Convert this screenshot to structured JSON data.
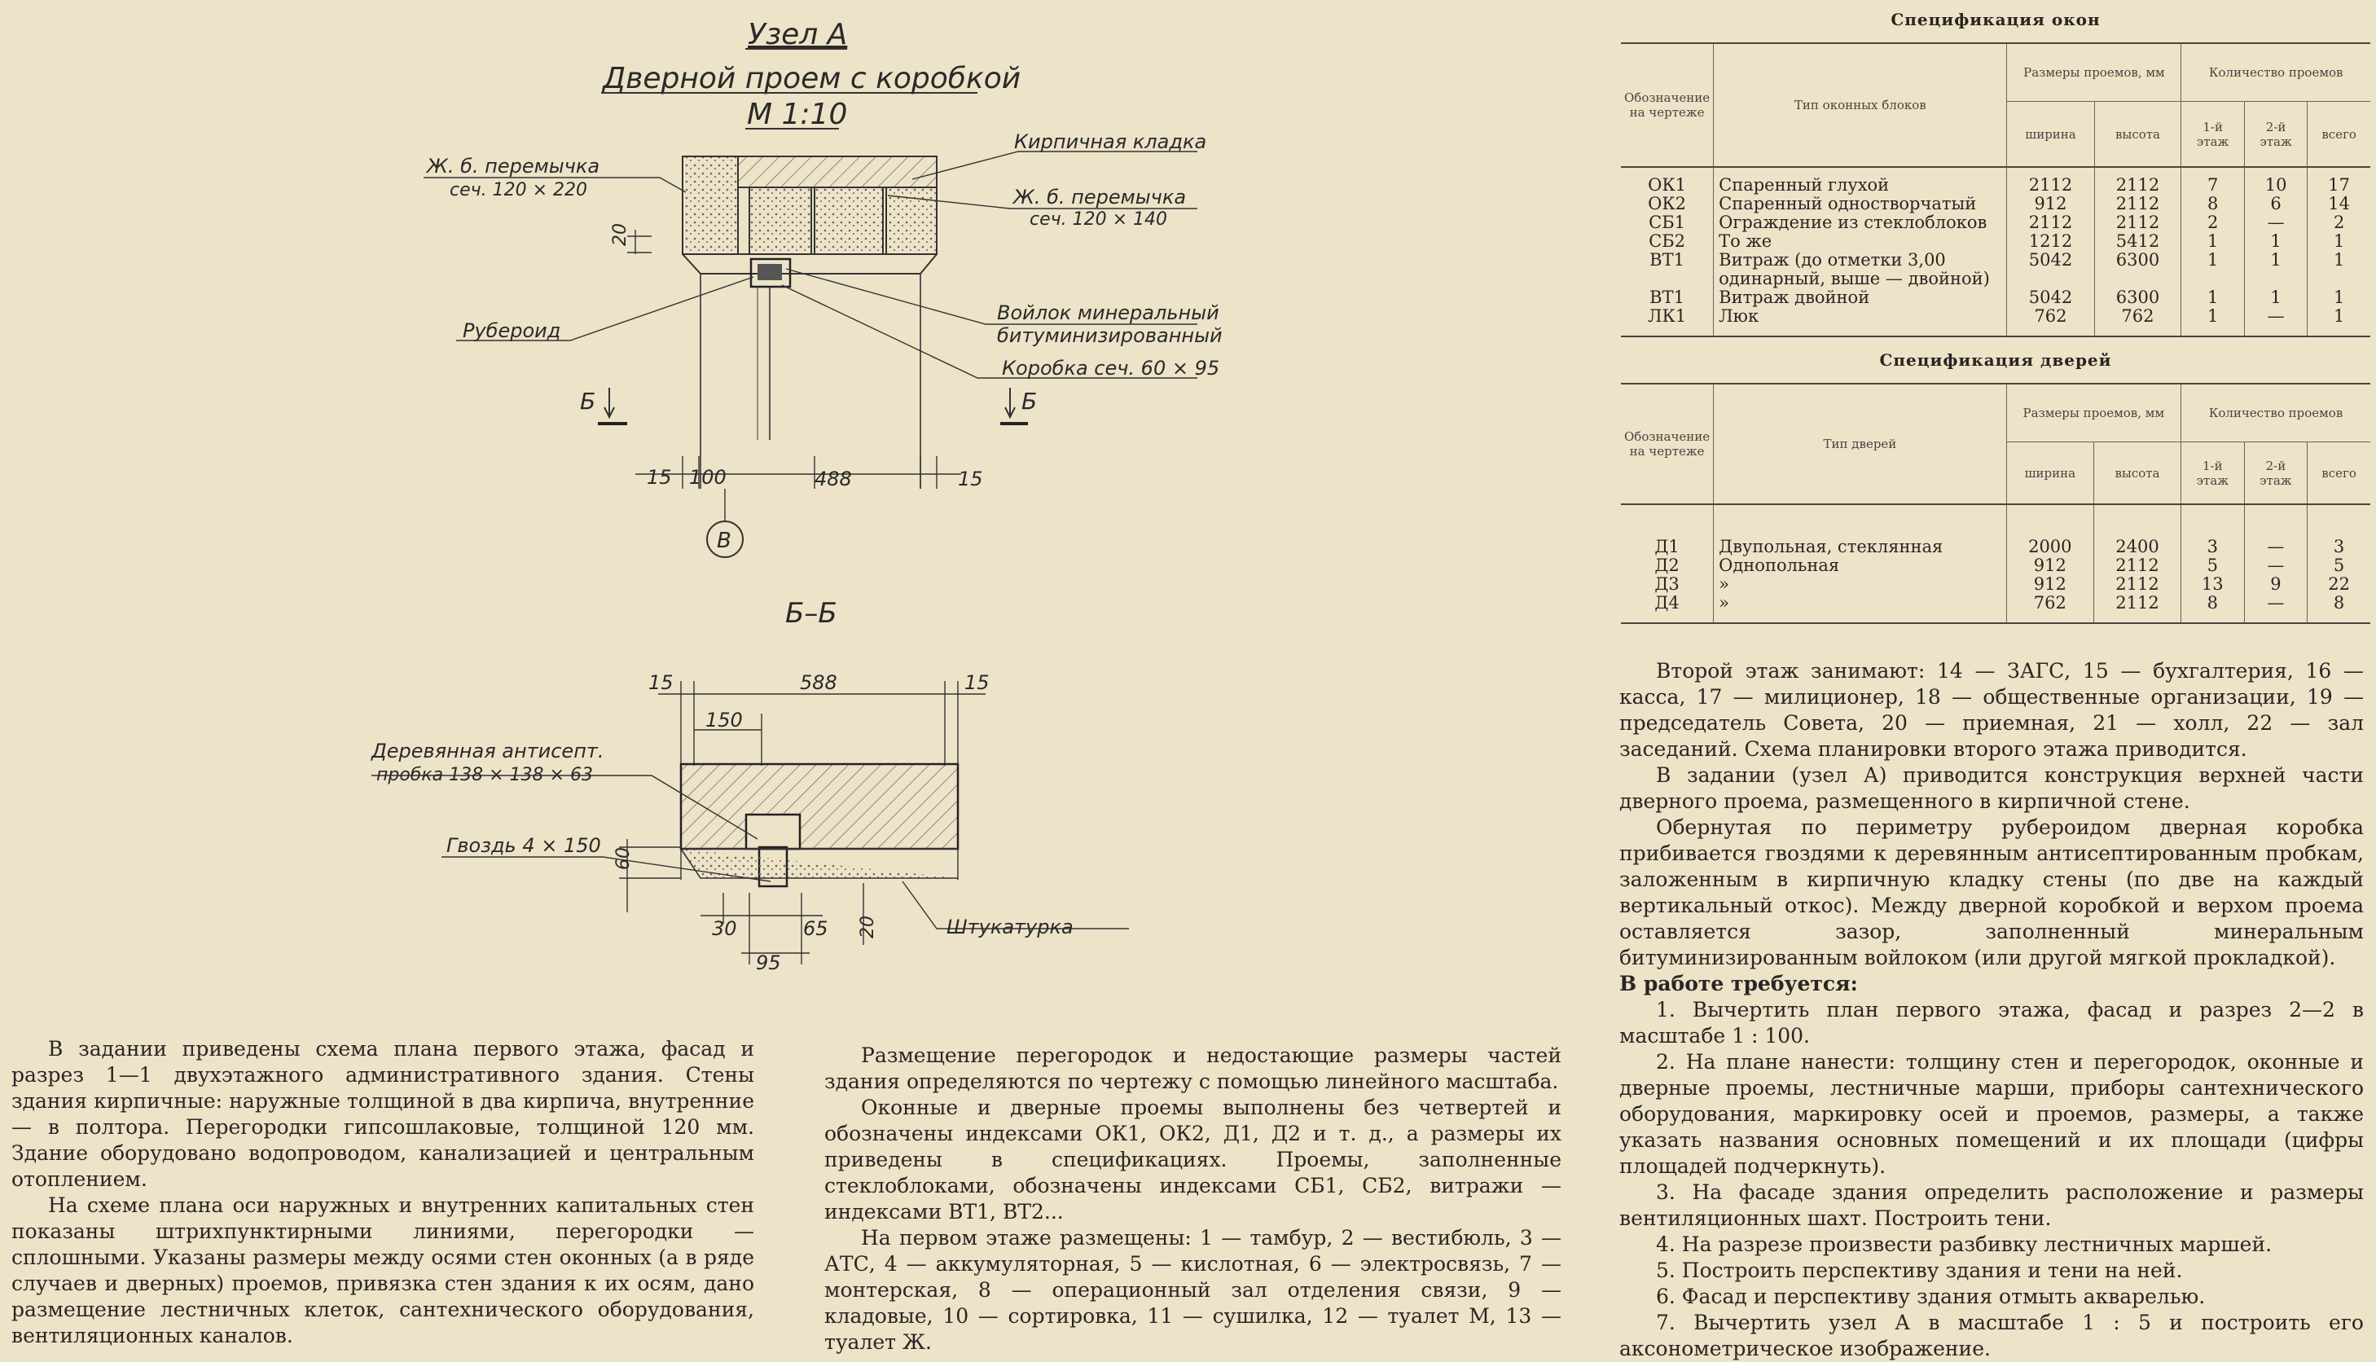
{
  "drawing": {
    "title_node": "Узел А",
    "title_door": "Дверной проем с коробкой",
    "title_scale": "М 1:10",
    "labels": {
      "lintel_1": "Ж. б. перемычка",
      "lintel_1_sec": "сеч. 120 × 220",
      "brick": "Кирпичная кладка",
      "lintel_2": "Ж. б. перемычка",
      "lintel_2_sec": "сеч. 120 × 140",
      "ruberoid": "Рубероид",
      "felt_1": "Войлок минеральный",
      "felt_2": "битуминизированный",
      "frame": "Коробка сеч. 60 × 95",
      "cut_b": "Б",
      "axis_b": "В",
      "section_title": "Б–Б",
      "plug_1": "Деревянная антисепт.",
      "plug_2": "пробка 138 × 138 × 63",
      "nail": "Гвоздь 4 × 150",
      "plaster": "Штукатурка"
    },
    "dims": {
      "d20": "20",
      "d15a": "15",
      "d100": "100",
      "d488": "488",
      "d15b": "15",
      "s15a": "15",
      "s588": "588",
      "s15b": "15",
      "s150": "150",
      "s60": "60",
      "s30": "30",
      "s65": "65",
      "s20": "20",
      "s95": "95"
    }
  },
  "windows": {
    "caption": "Спецификация окон",
    "headers": {
      "code": "Обозначение на чертеже",
      "type": "Тип оконных блоков",
      "size": "Размеры проемов, мм",
      "qty": "Количество проемов",
      "width": "ширина",
      "height": "высота",
      "f1": "1-й этаж",
      "f2": "2-й этаж",
      "total": "всего"
    },
    "rows": [
      {
        "code": "ОК1",
        "type": "Спаренный глухой",
        "w": "2112",
        "h": "2112",
        "f1": "7",
        "f2": "10",
        "t": "17"
      },
      {
        "code": "ОК2",
        "type": "Спаренный одностворчатый",
        "w": "912",
        "h": "2112",
        "f1": "8",
        "f2": "6",
        "t": "14"
      },
      {
        "code": "СБ1",
        "type": "Ограждение из стеклоблоков",
        "w": "2112",
        "h": "2112",
        "f1": "2",
        "f2": "—",
        "t": "2"
      },
      {
        "code": "СБ2",
        "type": "То же",
        "w": "1212",
        "h": "5412",
        "f1": "1",
        "f2": "1",
        "t": "1"
      },
      {
        "code": "ВТ1",
        "type": "Витраж (до отметки 3,00 одинарный, выше — двойной)",
        "w": "5042",
        "h": "6300",
        "f1": "1",
        "f2": "1",
        "t": "1"
      },
      {
        "code": "ВТ1",
        "type": "Витраж двойной",
        "w": "5042",
        "h": "6300",
        "f1": "1",
        "f2": "1",
        "t": "1"
      },
      {
        "code": "ЛК1",
        "type": "Люк",
        "w": "762",
        "h": "762",
        "f1": "1",
        "f2": "—",
        "t": "1"
      }
    ]
  },
  "doors": {
    "caption": "Спецификация дверей",
    "headers": {
      "code": "Обозначение на чертеже",
      "type": "Тип дверей",
      "size": "Размеры проемов, мм",
      "qty": "Количество проемов",
      "width": "ширина",
      "height": "высота",
      "f1": "1-й этаж",
      "f2": "2-й этаж",
      "total": "всего"
    },
    "rows": [
      {
        "code": "Д1",
        "type": "Двупольная, стеклянная",
        "w": "2000",
        "h": "2400",
        "f1": "3",
        "f2": "—",
        "t": "3"
      },
      {
        "code": "Д2",
        "type": "Однопольная",
        "w": "912",
        "h": "2112",
        "f1": "5",
        "f2": "—",
        "t": "5"
      },
      {
        "code": "Д3",
        "type": "»",
        "w": "912",
        "h": "2112",
        "f1": "13",
        "f2": "9",
        "t": "22"
      },
      {
        "code": "Д4",
        "type": "»",
        "w": "762",
        "h": "2112",
        "f1": "8",
        "f2": "—",
        "t": "8"
      }
    ]
  },
  "text": {
    "col_a": [
      "В задании приведены схема плана первого этажа, фасад и разрез 1—1 двухэтажного административного здания. Стены здания кирпичные: наружные толщиной в два кирпича, внутренние — в полтора. Перегородки гипсошлаковые, толщиной 120 мм. Здание оборудовано водопроводом, канализацией и центральным отоплением.",
      "На схеме плана оси наружных и внутренних капитальных стен показаны штрихпунктирными линиями, перегородки — сплошными. Указаны размеры между осями стен оконных (а в ряде случаев и дверных) проемов, привязка стен здания к их осям, дано размещение лестничных клеток, сантехнического оборудования, вентиляционных каналов."
    ],
    "col_b": [
      "Размещение перегородок и недостающие размеры частей здания определяются по чертежу с помощью линейного масштаба.",
      "Оконные и дверные проемы выполнены без четвертей и обозначены индексами ОК1, ОК2, Д1, Д2 и т. д., а размеры их приведены в спецификациях. Проемы, заполненные стеклоблоками, обозначены индексами СБ1, СБ2, витражи — индексами ВТ1, ВТ2...",
      "На первом этаже размещены: 1 — тамбур, 2 — вестибюль, 3 — АТС, 4 — аккумуляторная, 5 — кислотная, 6 — электросвязь, 7 — монтерская, 8 — операционный зал отделения связи, 9 — кладовые, 10 — сортировка, 11 — сушилка, 12 — туалет М, 13 — туалет Ж."
    ],
    "col_r": [
      "Второй этаж занимают: 14 — ЗАГС, 15 — бухгалтерия, 16 — касса, 17 — милиционер, 18 — общественные организации, 19 — председатель Совета, 20 — приемная, 21 — холл, 22 — зал заседаний. Схема планировки второго этажа приводится.",
      "В задании (узел А) приводится конструкция верхней части дверного проема, размещенного в кирпичной стене.",
      "Обернутая по периметру рубероидом дверная коробка прибивается гвоздями к деревянным антисептированным пробкам, заложенным в кирпичную кладку стены (по две на каждый вертикальный откос). Между дверной коробкой и верхом проема оставляется зазор, заполненный минеральным битуминизированным войлоком (или другой мягкой прокладкой)."
    ],
    "req_head": "В работе требуется:",
    "req": [
      "1. Вычертить план первого этажа, фасад и разрез 2—2 в масштабе 1 : 100.",
      "2. На плане нанести: толщину стен и перегородок, оконные и дверные проемы, лестничные марши, приборы сантехнического оборудования, маркировку осей и проемов, размеры, а также указать названия основных помещений и их площади (цифры площадей подчеркнуть).",
      "3. На фасаде здания определить расположение и размеры вентиляционных шахт. Построить тени.",
      "4. На разрезе произвести разбивку лестничных маршей.",
      "5. Построить перспективу здания и тени на ней.",
      "6. Фасад и перспективу здания отмыть акварелью.",
      "7. Вычертить узел А в масштабе 1 : 5 и построить его аксонометрическое изображение."
    ]
  }
}
